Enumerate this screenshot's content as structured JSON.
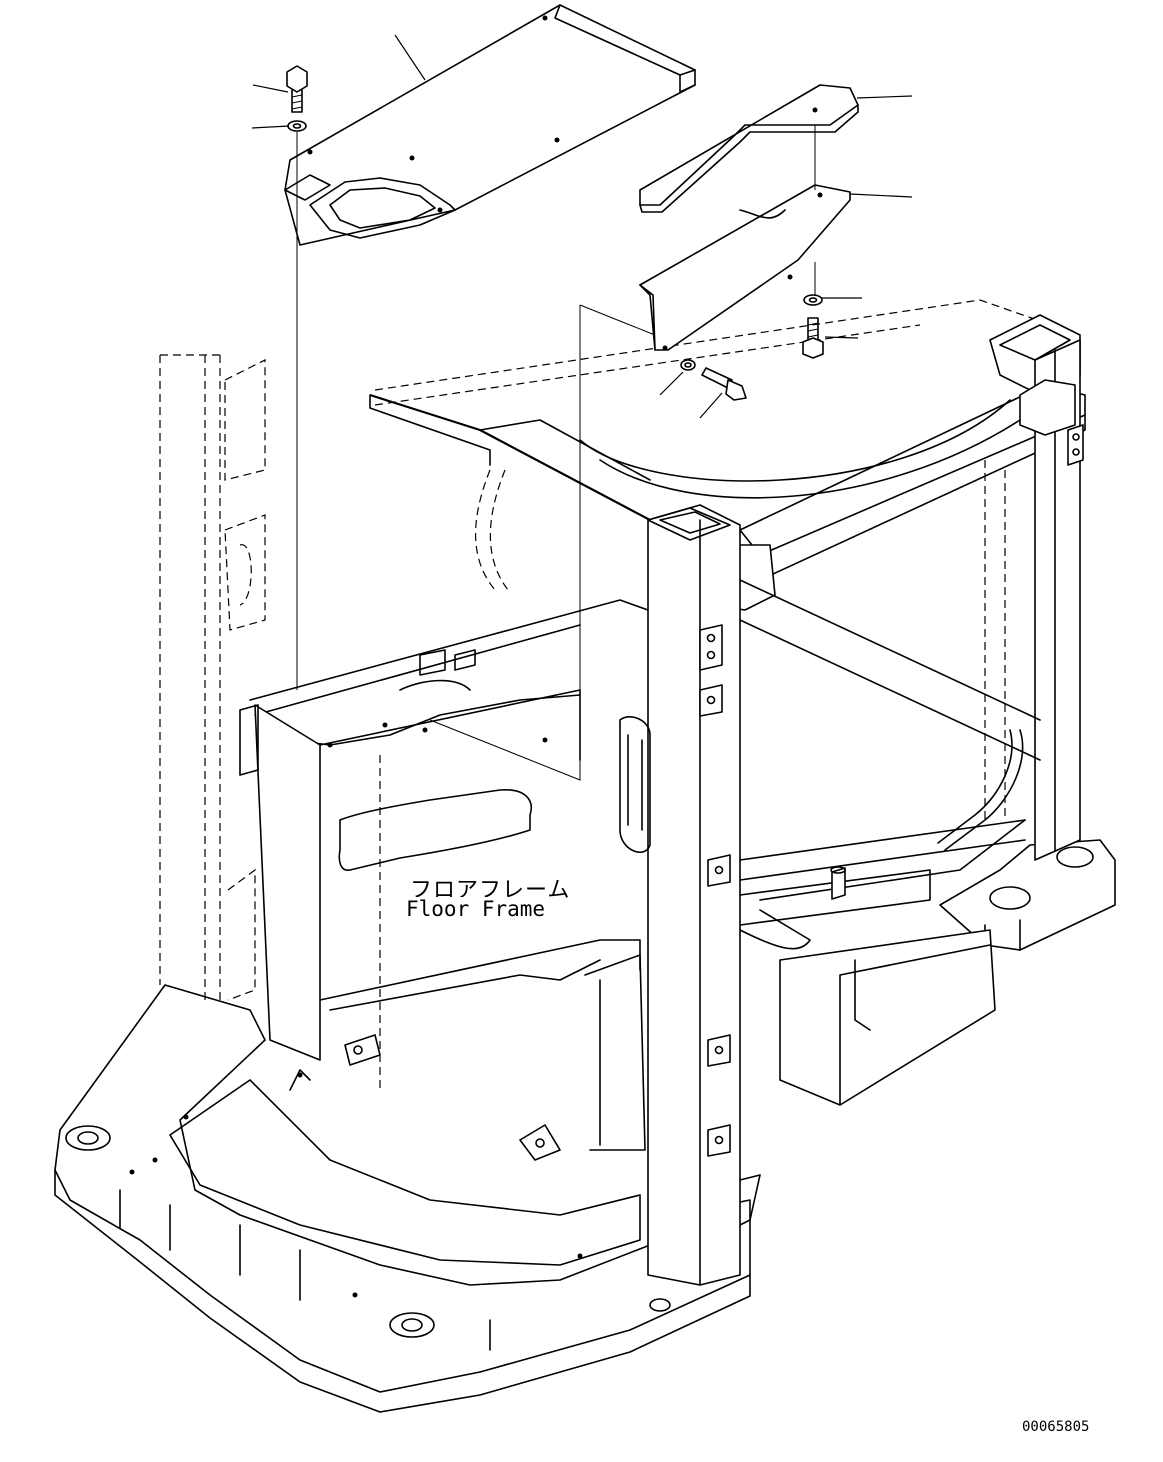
{
  "labels": {
    "floor_frame_ja": "フロアフレーム",
    "floor_frame_en": "Floor Frame"
  },
  "document_id": "00065805",
  "colors": {
    "line": "#000000",
    "background": "#ffffff"
  }
}
